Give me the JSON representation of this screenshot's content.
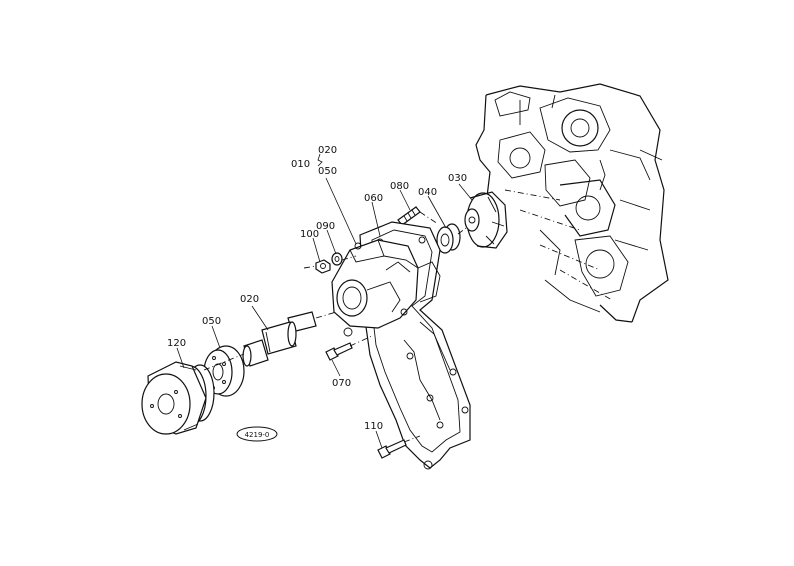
{
  "diagram": {
    "callouts": [
      {
        "id": "c-010",
        "text": "010"
      },
      {
        "id": "c-020-top",
        "text": "020"
      },
      {
        "id": "c-050-top",
        "text": "050"
      },
      {
        "id": "c-060",
        "text": "060"
      },
      {
        "id": "c-080",
        "text": "080"
      },
      {
        "id": "c-040",
        "text": "040"
      },
      {
        "id": "c-030",
        "text": "030"
      },
      {
        "id": "c-100",
        "text": "100"
      },
      {
        "id": "c-090",
        "text": "090"
      },
      {
        "id": "c-020",
        "text": "020"
      },
      {
        "id": "c-050",
        "text": "050"
      },
      {
        "id": "c-120",
        "text": "120"
      },
      {
        "id": "c-070",
        "text": "070"
      },
      {
        "id": "c-110",
        "text": "110"
      }
    ],
    "figure_code": "4219-0"
  }
}
